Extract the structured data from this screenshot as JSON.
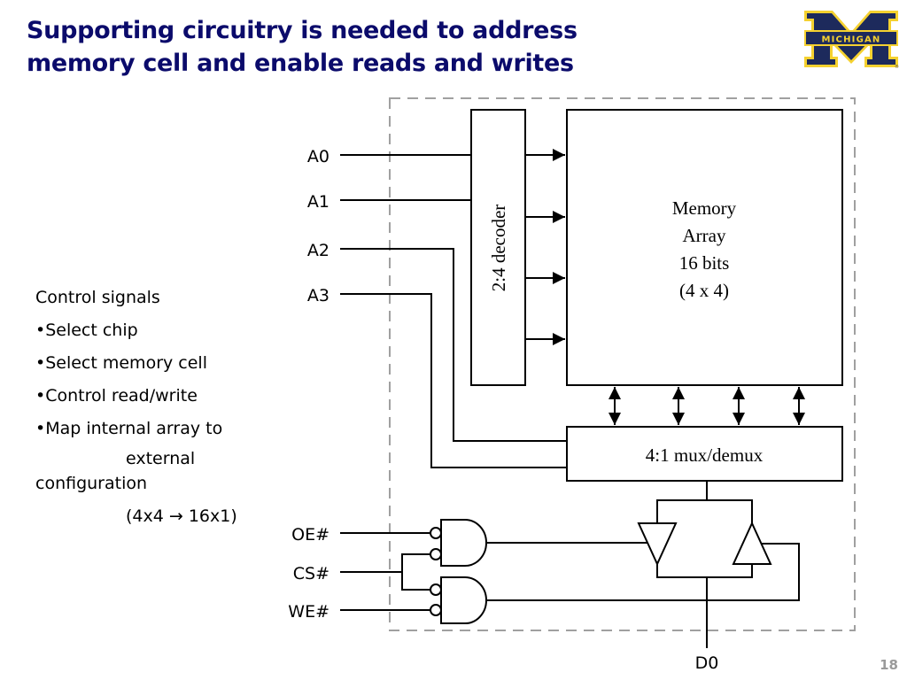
{
  "slide": {
    "title_lines": [
      "Supporting circuitry is needed to address",
      "memory cell and enable reads and writes"
    ],
    "logo_text": "MICHIGAN",
    "page_number": "18",
    "colors": {
      "title": "#0b0b6b",
      "logo_blue": "#1d2a5c",
      "logo_maize": "#f5d130",
      "dashed_border": "#a0a0a0"
    }
  },
  "bullets": {
    "heading": "Control signals",
    "items": [
      "•Select chip",
      "•Select memory cell",
      "•Control read/write",
      "•Map internal array to"
    ],
    "continuation_1": "external",
    "continuation_2": "configuration",
    "mapping": "(4x4 → 16x1)"
  },
  "diagram": {
    "address_inputs": [
      "A0",
      "A1",
      "A2",
      "A3"
    ],
    "control_inputs": [
      "OE#",
      "CS#",
      "WE#"
    ],
    "data_output": "D0",
    "decoder_label": "2:4 decoder",
    "memory_array_lines": [
      "Memory",
      "Array",
      "16 bits",
      "(4 x 4)"
    ],
    "mux_label": "4:1 mux/demux",
    "gates": [
      "and-gate-read",
      "and-gate-write"
    ],
    "buffers": [
      "output-tristate-buffer",
      "input-tristate-buffer"
    ]
  }
}
